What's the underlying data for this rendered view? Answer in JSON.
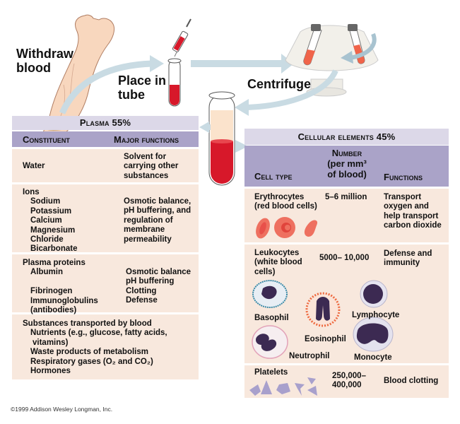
{
  "steps": {
    "withdraw": [
      "Withdraw",
      "blood"
    ],
    "place": [
      "Place in",
      "tube"
    ],
    "centrifuge": "Centrifuge"
  },
  "plasma": {
    "title": "Plasma 55%",
    "headers": [
      "Constituent",
      "Major functions"
    ],
    "rows": [
      {
        "constituent": [
          "Water"
        ],
        "functions": [
          "Solvent for",
          "carrying other",
          "substances"
        ]
      },
      {
        "group": "Ions",
        "items": [
          "Sodium",
          "Potassium",
          "Calcium",
          "Magnesium",
          "Chloride",
          "Bicarbonate"
        ],
        "functions": [
          "Osmotic balance,",
          "pH buffering, and",
          "regulation of",
          "membrane",
          "permeability"
        ]
      },
      {
        "group": "Plasma proteins",
        "items": [
          "Albumin",
          "",
          "Fibrinogen",
          "Immunoglobulins",
          "(antibodies)"
        ],
        "functions": [
          "Osmotic balance",
          "pH buffering",
          "Clotting",
          "Defense"
        ]
      },
      {
        "group": "Substances transported by blood",
        "items": [
          "Nutrients (e.g., glucose, fatty acids,",
          " vitamins)",
          "Waste products of metabolism",
          "Respiratory gases (O₂ and CO₂)",
          "Hormones"
        ]
      }
    ]
  },
  "cellular": {
    "title": "Cellular elements 45%",
    "headers": {
      "cell_type": "Cell type",
      "number": [
        "Number",
        "(per mm³",
        "of blood)"
      ],
      "functions": "Functions"
    },
    "rows": [
      {
        "type": [
          "Erythrocytes",
          "(red blood cells)"
        ],
        "number": [
          "5–6 million"
        ],
        "functions": [
          "Transport",
          "oxygen and",
          "help transport",
          "carbon dioxide"
        ]
      },
      {
        "type": [
          "Leukocytes",
          "(white blood",
          "cells)"
        ],
        "number": [
          "5000– 10,000"
        ],
        "functions": [
          "Defense and",
          "immunity"
        ],
        "subtypes": [
          "Basophil",
          "Eosinophil",
          "Lymphocyte",
          "Neutrophil",
          "Monocyte"
        ]
      },
      {
        "type": [
          "Platelets"
        ],
        "number": [
          "250,000–",
          "400,000"
        ],
        "functions": [
          "Blood clotting"
        ]
      }
    ]
  },
  "colors": {
    "title_bar": "#dcd8e8",
    "header_bar": "#aaa3c8",
    "row_bg": "#f8e8dd",
    "arrow": "#c9dbe3",
    "blood": "#d7182a",
    "plasma_fluid": "#fbe3cc"
  },
  "copyright": "©1999 Addison Wesley Longman, Inc."
}
